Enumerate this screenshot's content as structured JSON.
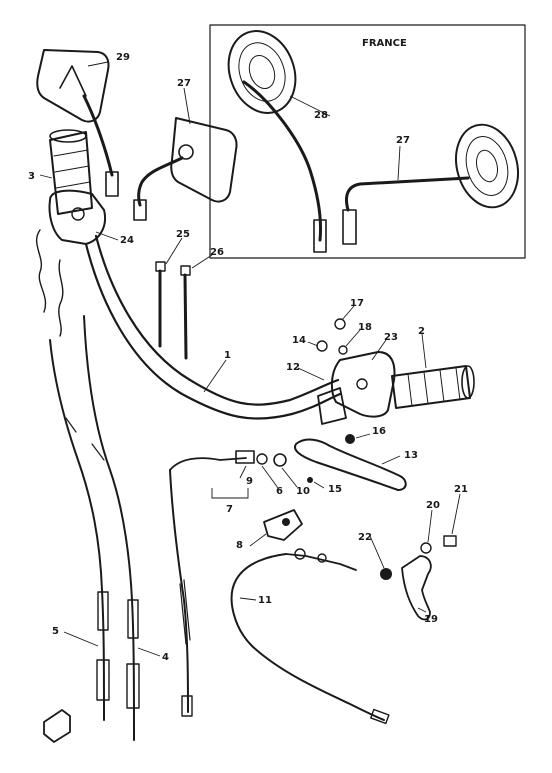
{
  "region_label": "FRANCE",
  "callouts": {
    "c1": "1",
    "c2": "2",
    "c3": "3",
    "c4": "4",
    "c5": "5",
    "c6": "6",
    "c7": "7",
    "c8": "8",
    "c9": "9",
    "c10": "10",
    "c11": "11",
    "c12": "12",
    "c13": "13",
    "c14": "14",
    "c15": "15",
    "c16": "16",
    "c17": "17",
    "c18": "18",
    "c19": "19",
    "c20": "20",
    "c21": "21",
    "c22": "22",
    "c23": "23",
    "c24": "24",
    "c25": "25",
    "c26": "26",
    "c27a": "27",
    "c27b": "27",
    "c28": "28",
    "c29": "29"
  },
  "colors": {
    "ink": "#1a1a1a",
    "paper": "#ffffff"
  }
}
